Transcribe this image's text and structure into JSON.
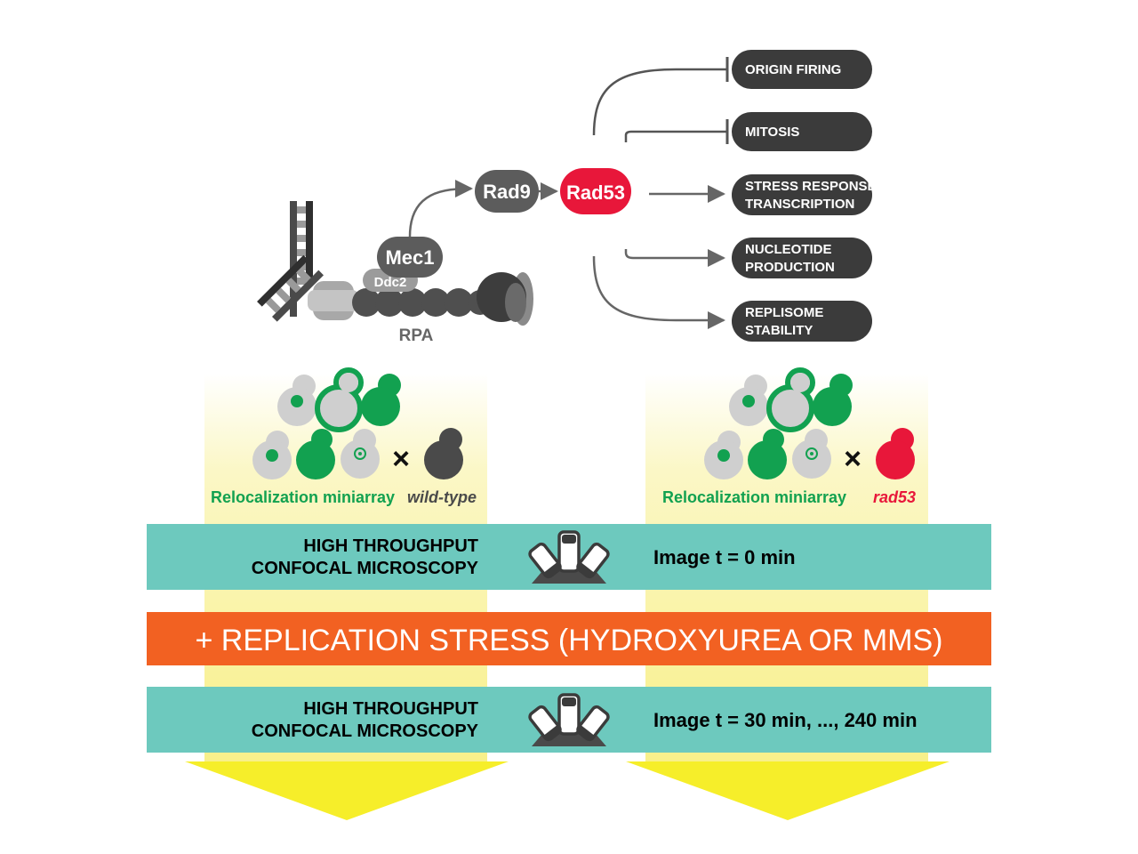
{
  "pathway": {
    "sensors": {
      "mec1": "Mec1",
      "ddc2": "Ddc2",
      "rpa": "RPA"
    },
    "mediator": "Rad9",
    "effector": "Rad53",
    "outputs": [
      {
        "lines": [
          "ORIGIN FIRING"
        ],
        "effect": "inhibit"
      },
      {
        "lines": [
          "MITOSIS"
        ],
        "effect": "inhibit"
      },
      {
        "lines": [
          "STRESS RESPONSE",
          "TRANSCRIPTION"
        ],
        "effect": "activate"
      },
      {
        "lines": [
          "NUCLEOTIDE",
          "PRODUCTION"
        ],
        "effect": "activate"
      },
      {
        "lines": [
          "REPLISOME",
          "STABILITY"
        ],
        "effect": "activate"
      }
    ]
  },
  "crosses": {
    "cross_symbol": "×",
    "left": {
      "array_label": "Relocalization miniarray",
      "strain_label": "wild-type"
    },
    "right": {
      "array_label": "Relocalization miniarray",
      "strain_label": "rad53"
    }
  },
  "steps": {
    "imaging1": {
      "lines": [
        "HIGH THROUGHPUT",
        "CONFOCAL MICROSCOPY"
      ],
      "time": "Image t = 0 min"
    },
    "treatment": "+ REPLICATION STRESS (HYDROXYUREA OR MMS)",
    "imaging2": {
      "lines": [
        "HIGH THROUGHPUT",
        "CONFOCAL MICROSCOPY"
      ],
      "time": "Image t = 30 min, ..., 240 min"
    }
  },
  "colors": {
    "dark": "#3b3b3b",
    "node_grey": "#5c5c5c",
    "red": "#e8173a",
    "green": "#12a150",
    "light_grey": "#cfcfcf",
    "teal": "#6dc9be",
    "orange": "#f26122",
    "yellow": "#f6ee2a",
    "pale_yellow": "#fbf6b4"
  }
}
